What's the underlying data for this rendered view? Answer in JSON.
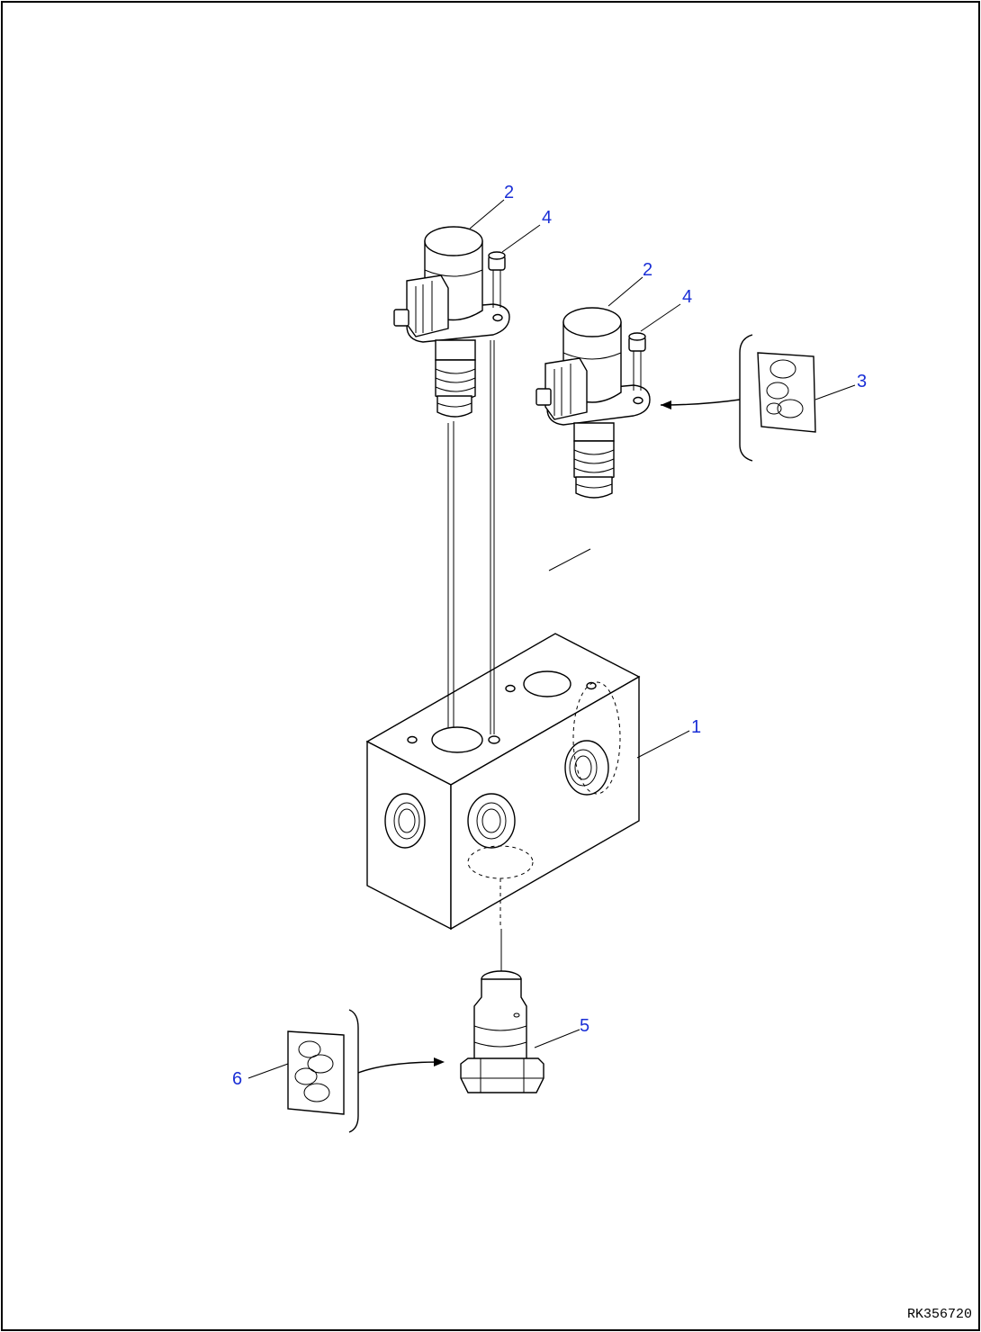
{
  "drawing": {
    "code": "RK356720",
    "callouts": {
      "block": "1",
      "valve_left": "2",
      "valve_right": "2",
      "oring_set_right": "3",
      "bolt_left": "4",
      "bolt_right": "4",
      "cartridge": "5",
      "oring_set_left": "6"
    }
  },
  "colors": {
    "callout_text": "#1a2fd6",
    "line": "#000000",
    "background": "#ffffff"
  }
}
